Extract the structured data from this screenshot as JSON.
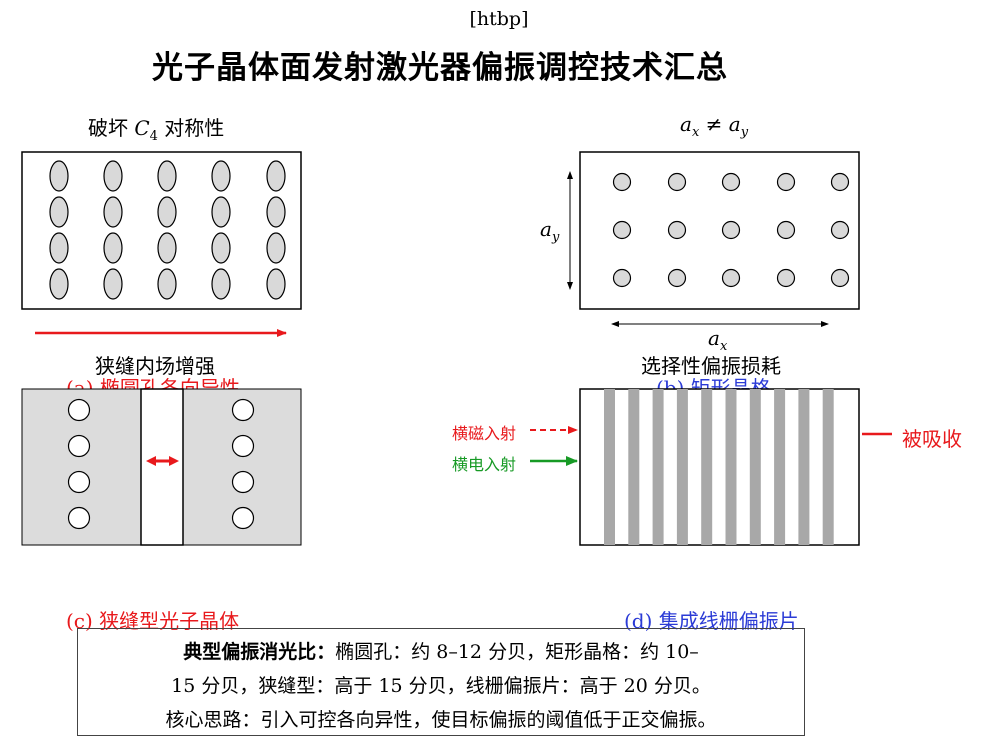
{
  "float_spec": "[htbp]",
  "title": "光子晶体面发射激光器偏振调控技术汇总",
  "panel_a": {
    "heading_pre": "破坏 ",
    "heading_math": "C",
    "heading_sub": "4",
    "heading_post": " 对称性",
    "caption": "(a) 椭圆孔各向异性"
  },
  "panel_b": {
    "heading_math": "a",
    "heading_sub_x": "x",
    "heading_neq": " ≠ ",
    "heading_sub_y": "y",
    "axis_y_math": "a",
    "axis_y_sub": "y",
    "axis_x_math": "a",
    "axis_x_sub": "x",
    "caption": "(b) 矩形晶格"
  },
  "panel_c": {
    "heading": "狭缝内场增强",
    "caption": "(c) 狭缝型光子晶体"
  },
  "panel_d": {
    "heading": "选择性偏振损耗",
    "tm_label": "横磁入射",
    "te_label": "横电入射",
    "absorbed_label": "被吸收",
    "caption": "(d) 集成线栅偏振片"
  },
  "summary": {
    "bold_label": "典型偏振消光比：",
    "line1_rest": "椭圆孔：约 8–12 分贝，矩形晶格：约 10–",
    "line2": "15 分贝，狭缝型：高于 15 分贝，线栅偏振片：高于 20 分贝。",
    "line3": "核心思路：引入可控各向异性，使目标偏振的阈值低于正交偏振。"
  },
  "colors": {
    "red": "#e8191c",
    "blue": "#2b3bd6",
    "green": "#179a25",
    "hole_fill": "#d9d9d9",
    "slab_fill": "#dcdcdc",
    "grating_fill": "#a8a8a8"
  }
}
